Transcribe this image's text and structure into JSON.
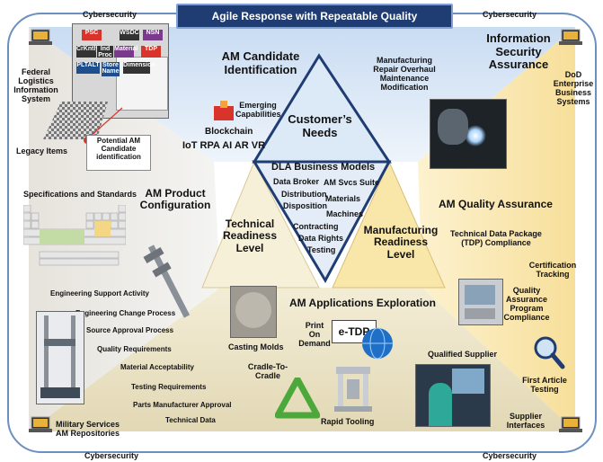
{
  "banner": "Agile Response with Repeatable Quality",
  "cyber": {
    "top_left": "Cybersecurity",
    "top_right": "Cybersecurity",
    "bottom_left": "Cybersecurity",
    "bottom_right": "Cybersecurity"
  },
  "left_systems": [
    "Federal",
    "Logistics",
    "Information",
    "System"
  ],
  "right_systems": [
    "DoD",
    "Enterprise",
    "Business",
    "Systems"
  ],
  "legacy_items": "Legacy Items",
  "potential_am": [
    "Potential AM",
    "Candidate",
    "identification"
  ],
  "specs": "Specifications and Standards",
  "candidate_id": [
    "AM Candidate",
    "Identification"
  ],
  "emerging": [
    "Emerging",
    "Capabilities"
  ],
  "blockchain": "Blockchain",
  "tech_list": "IoT  RPA  AI  AR  VR",
  "manufacturing_list": [
    "Manufacturing",
    "Repair   Overhaul",
    "Maintenance",
    "Modification"
  ],
  "info_security": [
    "Information",
    "Security",
    "Assurance"
  ],
  "customers_needs": [
    "Customer’s",
    "Needs"
  ],
  "dla_title": "DLA Business Models",
  "dla_items": {
    "data_broker": "Data Broker",
    "am_svcs": "AM Svcs  Suite",
    "distribution": "Distribution",
    "materials": "Materials",
    "disposition": "Disposition",
    "machines": "Machines",
    "contracting": "Contracting",
    "data_rights": "Data Rights",
    "testing": "Testing"
  },
  "product_config": [
    "AM Product",
    "Configuration"
  ],
  "tech_readiness": [
    "Technical",
    "Readiness",
    "Level"
  ],
  "mfg_readiness": [
    "Manufacturing",
    "Readiness",
    "Level"
  ],
  "quality_assurance": "AM Quality Assurance",
  "tdp": [
    "Technical Data Package",
    "(TDP) Compliance"
  ],
  "certification": [
    "Certification",
    "Tracking"
  ],
  "qapc": [
    "Quality",
    "Assurance",
    "Program",
    "Compliance"
  ],
  "applications": "AM Applications Exploration",
  "print_on_demand": [
    "Print",
    "On",
    "Demand"
  ],
  "etdp": "e-TDP",
  "casting_molds": "Casting Molds",
  "cradle": [
    "Cradle-To-",
    "Cradle"
  ],
  "rapid_tooling": "Rapid Tooling",
  "qualified_supplier": "Qualified Supplier",
  "first_article": [
    "First Article",
    "Testing"
  ],
  "supplier_interfaces": [
    "Supplier",
    "Interfaces"
  ],
  "left_list": [
    "Engineering Support Activity",
    "Engineering Change Process",
    "Source Approval Process",
    "Quality Requirements",
    "Material Acceptability",
    "Testing Requirements",
    "Parts Manufacturer Approval",
    "Technical Data"
  ],
  "military": [
    "Military Services",
    "AM Repositories"
  ],
  "screen_boxes": [
    "PSC",
    "CrKntly",
    "Ind Proc",
    "Material",
    "WSDC",
    "NSN",
    "TDP",
    "PLTALT",
    "Store Name",
    "Dimension"
  ],
  "colors": {
    "banner": "#1f3c73",
    "top_region": "#d6e6f7",
    "left_region": "#f2f2f2",
    "right_region": "#fbe9b6",
    "bottom_region": "#ece5cc",
    "triangle_border": "#1f3c73"
  }
}
